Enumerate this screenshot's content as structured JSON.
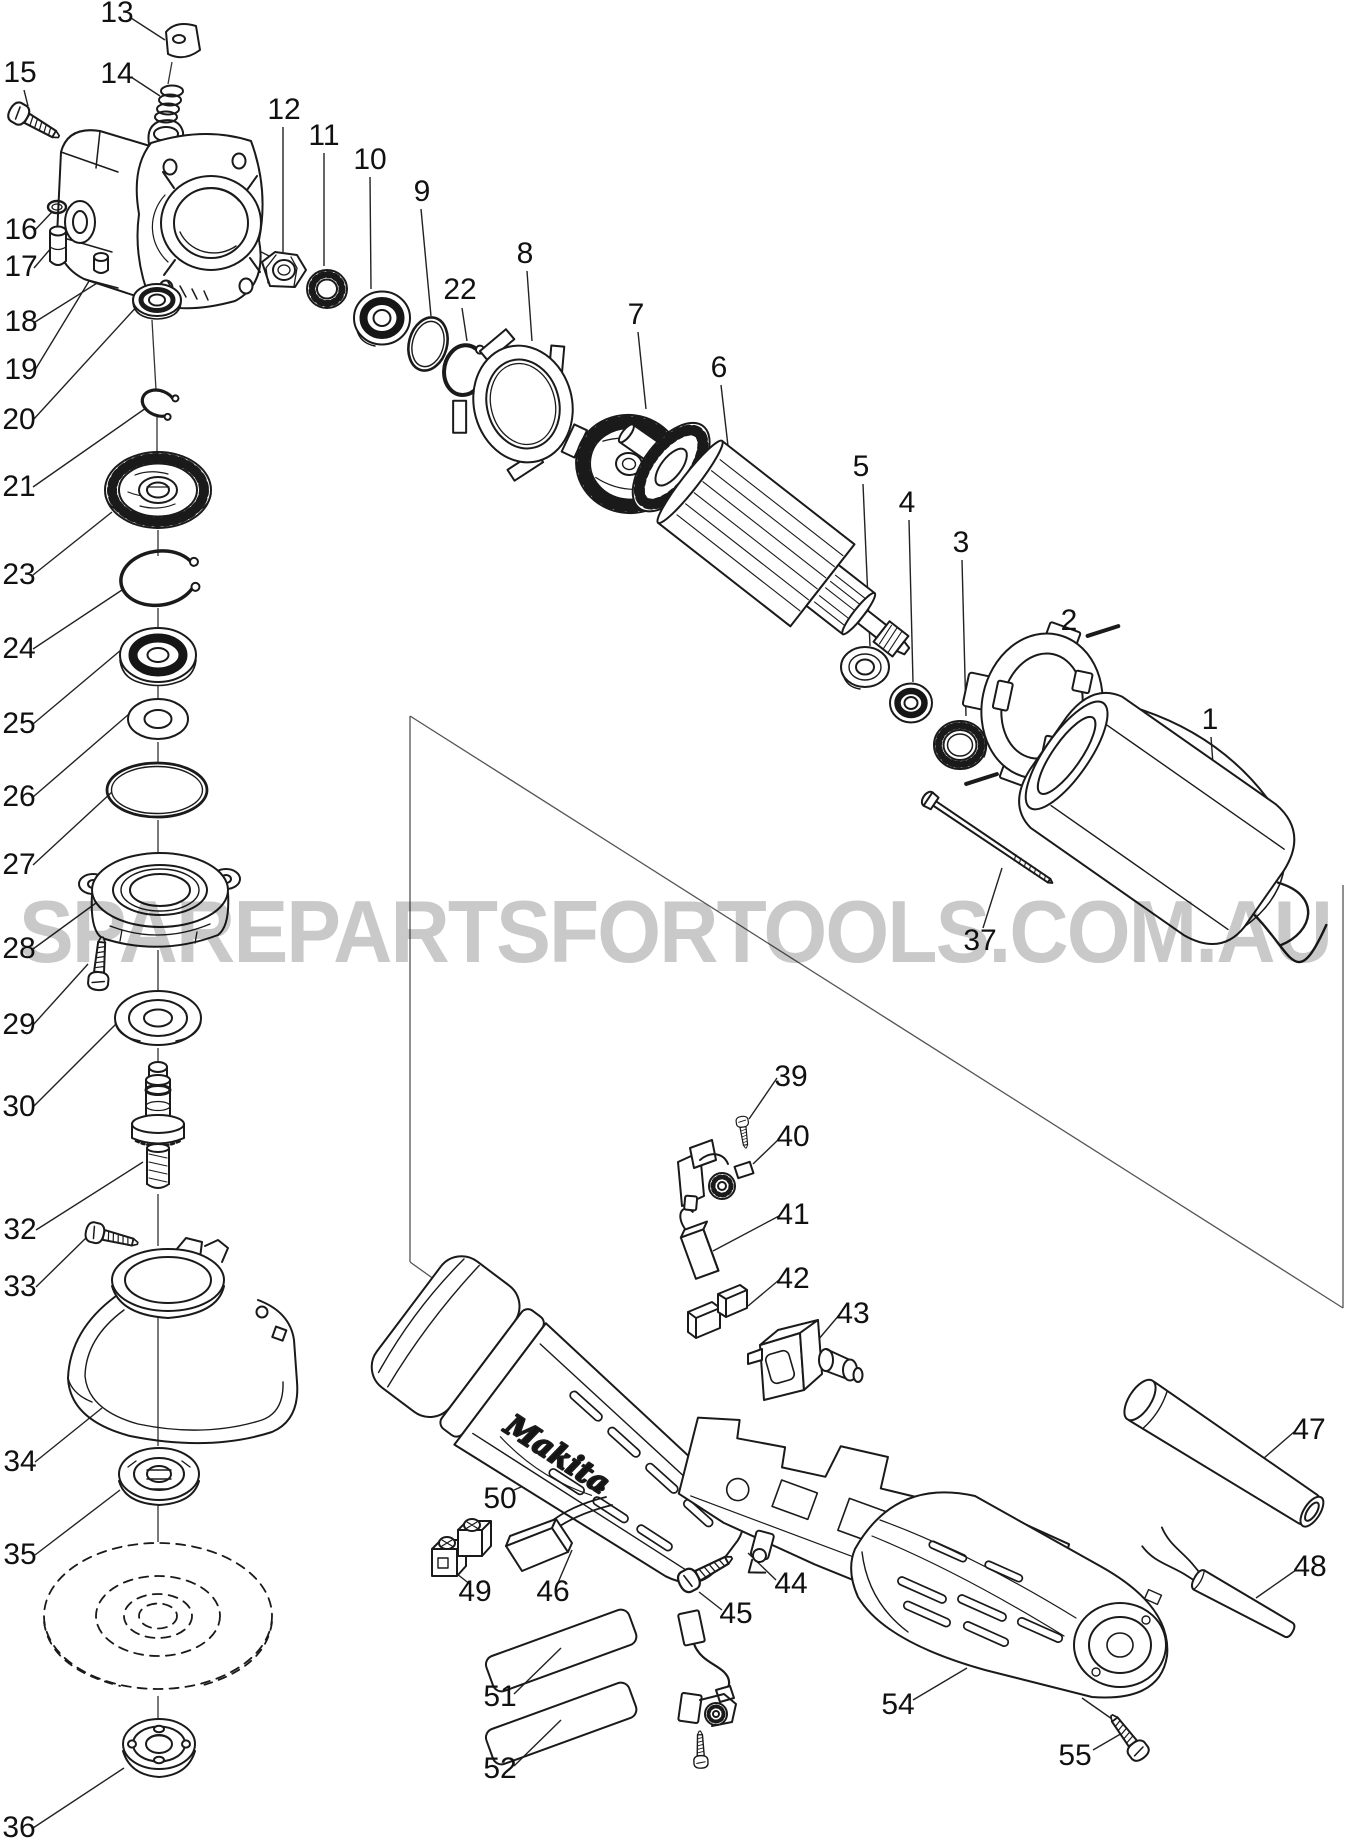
{
  "diagram": {
    "watermark": "SPAREPARTSFORTOOLS.COM.AU",
    "brand_logo": "Makita",
    "part_labels": {
      "n1": "1",
      "n2": "2",
      "n3": "3",
      "n4": "4",
      "n5": "5",
      "n6": "6",
      "n7": "7",
      "n8": "8",
      "n9": "9",
      "n10": "10",
      "n11": "11",
      "n12": "12",
      "n13": "13",
      "n14": "14",
      "n15": "15",
      "n16": "16",
      "n17": "17",
      "n18": "18",
      "n19": "19",
      "n20": "20",
      "n21": "21",
      "n22": "22",
      "n23": "23",
      "n24": "24",
      "n25": "25",
      "n26": "26",
      "n27": "27",
      "n28": "28",
      "n29": "29",
      "n30": "30",
      "n32": "32",
      "n33": "33",
      "n34": "34",
      "n35": "35",
      "n36": "36",
      "n37": "37",
      "n39": "39",
      "n40": "40",
      "n41": "41",
      "n42": "42",
      "n43": "43",
      "n44": "44",
      "n45": "45",
      "n46": "46",
      "n47": "47",
      "n48": "48",
      "n49": "49",
      "n50": "50",
      "n51": "51",
      "n52": "52",
      "n54": "54",
      "n55": "55"
    }
  }
}
